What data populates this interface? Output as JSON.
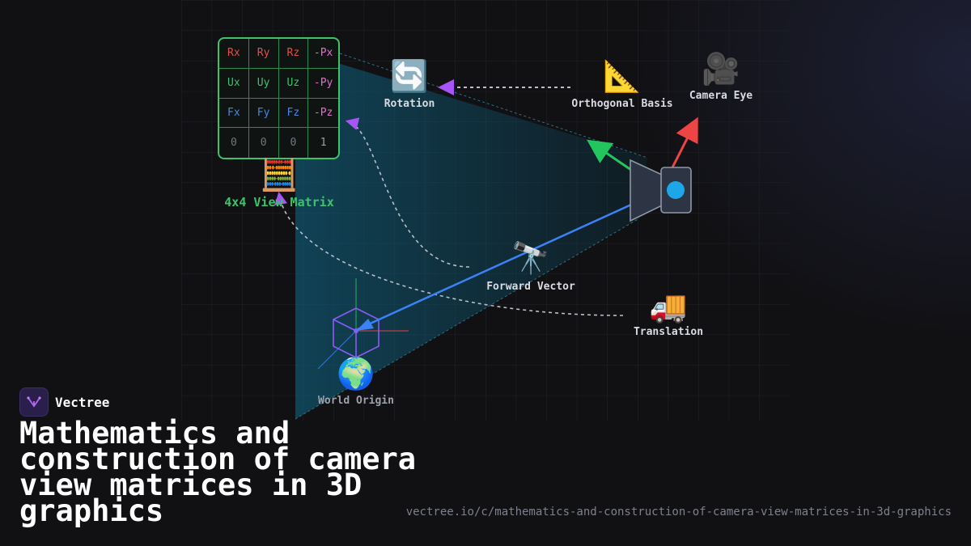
{
  "diagram": {
    "matrix": {
      "title": "4x4 View Matrix",
      "rows": [
        [
          "Rx",
          "Ry",
          "Rz",
          "-Px"
        ],
        [
          "Ux",
          "Uy",
          "Uz",
          "-Py"
        ],
        [
          "Fx",
          "Fy",
          "Fz",
          "-Pz"
        ],
        [
          "0",
          "0",
          "0",
          "1"
        ]
      ],
      "icon": "abacus-icon"
    },
    "nodes": {
      "rotation": {
        "label": "Rotation",
        "icon": "rotation-arrows-icon"
      },
      "orthogonal_basis": {
        "label": "Orthogonal Basis",
        "icon": "triangular-ruler-icon"
      },
      "camera_eye": {
        "label": "Camera Eye",
        "icon": "movie-camera-icon"
      },
      "forward_vector": {
        "label": "Forward Vector",
        "icon": "telescope-icon"
      },
      "translation": {
        "label": "Translation",
        "icon": "delivery-truck-icon"
      },
      "world_origin": {
        "label": "World Origin",
        "icon": "globe-icon"
      }
    },
    "colors": {
      "right_axis": "#ef4444",
      "up_axis": "#22c55e",
      "forward_axis": "#3b82f6",
      "matrix_border": "#3ec26c",
      "connector_arrow": "#a855f7",
      "camera_lens": "#1ea7e8",
      "frustum": "#0e6a8a"
    }
  },
  "footer": {
    "brand": "Vectree",
    "title": "Mathematics and construction of camera view matrices in 3D graphics",
    "url": "vectree.io/c/mathematics-and-construction-of-camera-view-matrices-in-3d-graphics"
  }
}
